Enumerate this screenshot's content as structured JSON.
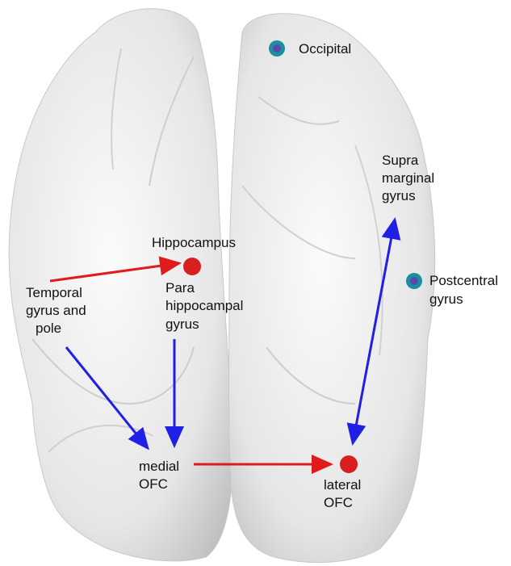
{
  "labels": {
    "occipital": "Occipital",
    "supramarginal": [
      "Supra",
      "marginal",
      "gyrus"
    ],
    "hippocampus": "Hippocampus",
    "parahippocampal": [
      "Para",
      "hippocampal",
      "gyrus"
    ],
    "temporal": [
      "Temporal",
      "gyrus and",
      "pole"
    ],
    "postcentral": [
      "Postcentral",
      "gyrus"
    ],
    "medial_ofc": [
      "medial",
      "OFC"
    ],
    "lateral_ofc": [
      "lateral",
      "OFC"
    ]
  },
  "colors": {
    "red_arrow": "#e01b1b",
    "blue_arrow": "#1f1fe6",
    "red_dot": "#d81e1e",
    "teal_dot_ring": "#1a8fa0",
    "teal_dot_center": "#5a4aa8",
    "brain_fill": "#e9e9e9"
  }
}
